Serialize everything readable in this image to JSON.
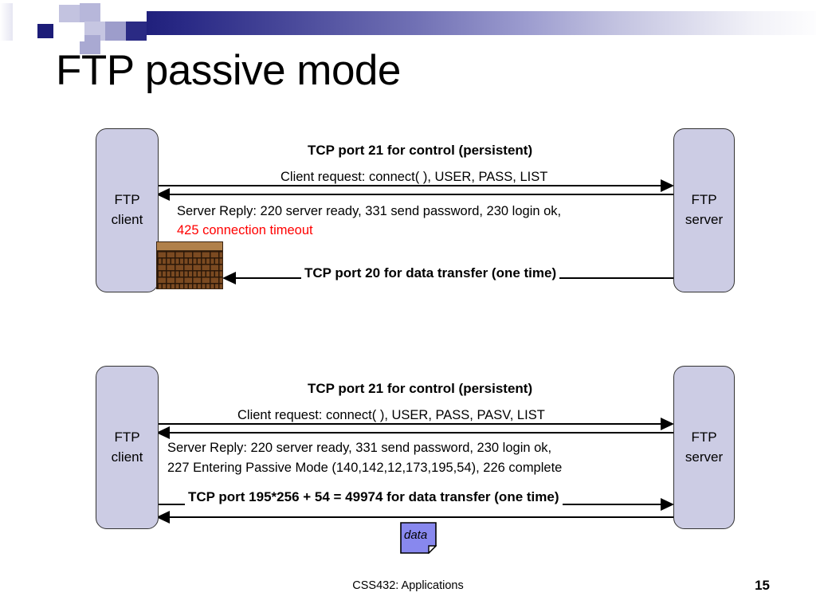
{
  "slide": {
    "title": "FTP passive mode",
    "footer_text": "CSS432: Applications",
    "page_number": "15"
  },
  "colors": {
    "node_fill": "#ccccE4",
    "node_border": "#333333",
    "accent_gradient_start": "#20207c",
    "error_text": "#ff0000",
    "brick_body": "#7b4a21",
    "brick_cap": "#b0804a",
    "data_doc_fill": "#8888ee"
  },
  "diagram_active": {
    "client_label_line1": "FTP",
    "client_label_line2": "client",
    "server_label_line1": "FTP",
    "server_label_line2": "server",
    "control_header": "TCP port 21 for control (persistent)",
    "request_label": "Client request: connect( ), USER, PASS, LIST",
    "reply_line1": "Server Reply: 220 server ready, 331 send password, 230 login ok,",
    "reply_line2_error": "425 connection timeout",
    "data_header": "TCP port 20 for data transfer (one time)",
    "firewall_name": "firewall-brick-wall"
  },
  "diagram_passive": {
    "client_label_line1": "FTP",
    "client_label_line2": "client",
    "server_label_line1": "FTP",
    "server_label_line2": "server",
    "control_header": "TCP port 21 for control (persistent)",
    "request_label": "Client request: connect( ), USER, PASS, PASV, LIST",
    "reply_line1": "Server Reply: 220 server ready, 331 send password, 230 login ok,",
    "reply_line2": "227 Entering Passive Mode (140,142,12,173,195,54), 226 complete",
    "data_header": "TCP port 195*256 + 54 = 49974 for data transfer (one time)",
    "data_doc_label": "data"
  }
}
